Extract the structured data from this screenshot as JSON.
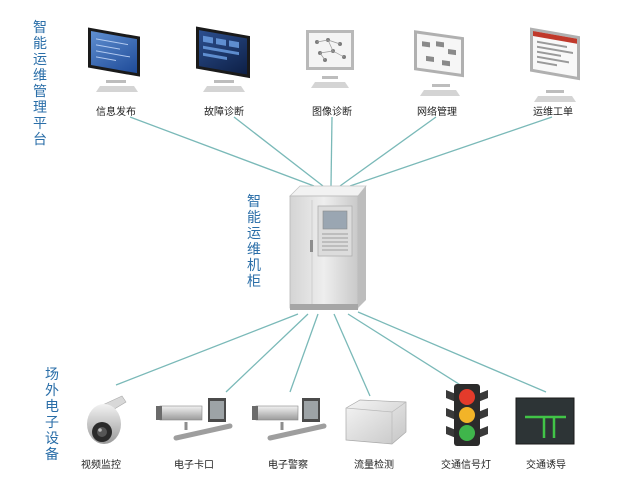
{
  "platform": {
    "label": "智能运维管理平台",
    "items": [
      {
        "id": "info-publish",
        "label": "信息发布"
      },
      {
        "id": "fault-diagnosis",
        "label": "故障诊断"
      },
      {
        "id": "image-diagnosis",
        "label": "图像诊断"
      },
      {
        "id": "network-management",
        "label": "网络管理"
      },
      {
        "id": "work-order",
        "label": "运维工单"
      }
    ]
  },
  "cabinet": {
    "label": "智能运维机柜"
  },
  "field_devices": {
    "label": "场外电子设备",
    "items": [
      {
        "id": "video-monitoring",
        "label": "视频监控"
      },
      {
        "id": "checkpoint",
        "label": "电子卡口"
      },
      {
        "id": "e-police",
        "label": "电子警察"
      },
      {
        "id": "traffic-detection",
        "label": "流量检测"
      },
      {
        "id": "traffic-light",
        "label": "交通信号灯"
      },
      {
        "id": "traffic-guidance",
        "label": "交通诱导"
      }
    ]
  },
  "colors": {
    "accent_label": "#2a6ea8",
    "connector": "#7ab9b8",
    "cabinet_body": "#e6e6e6"
  }
}
